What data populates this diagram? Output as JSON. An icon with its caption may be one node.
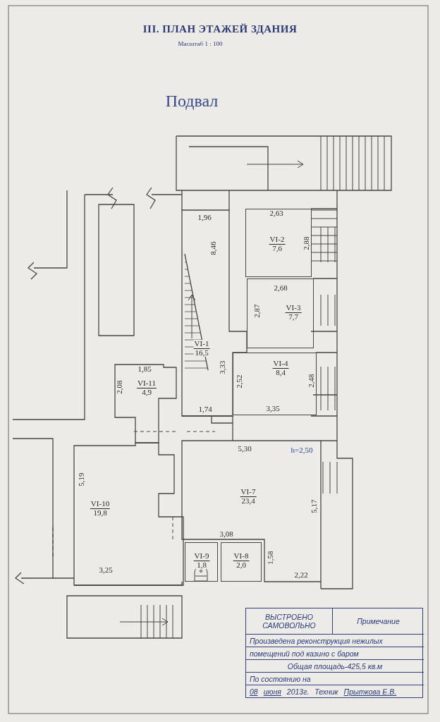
{
  "diagram": {
    "title": "III. ПЛАН ЭТАЖЕЙ ЗДАНИЯ",
    "nodes": [
      {
        "text": [
          "VI-2",
          "7,6"
        ]
      },
      {
        "text": [
          "VI-3",
          "7,7"
        ]
      },
      {
        "text": [
          "VI-1",
          "16,5"
        ]
      },
      {
        "text": [
          "VI-11",
          "4,9"
        ]
      },
      {
        "text": [
          "VI-4",
          "8,4"
        ]
      },
      {
        "text": [
          "VI-10",
          "19,8"
        ]
      },
      {
        "text": [
          "VI-7",
          "23,4"
        ]
      },
      {
        "text": [
          "VI-9",
          "1,8"
        ]
      },
      {
        "text": [
          "VI-8",
          "2,0"
        ]
      }
    ],
    "labels": [
      "Масштаб 1 : 100",
      "Подвал",
      "1,96",
      "2,63",
      "8,46",
      "2,88",
      "2,68",
      "2,87",
      "3,33",
      "2,52",
      "2,48",
      "1,85",
      "2,08",
      "1,74",
      "3,35",
      "5,30",
      "h=2,50",
      "5,19",
      "5,17",
      "3,08",
      "1,58",
      "3,25",
      "2,22",
      "ВЫСТРОЕНО САМОВОЛЬНО",
      "Примечание",
      "Произведена реконструкция нежилых",
      "помещений под казино с баром",
      "Общая площадь-425,5 кв.м",
      "По состоянию на",
      "08",
      "июня",
      "2013г.",
      "Техник",
      "Прыткова Е.В."
    ]
  }
}
